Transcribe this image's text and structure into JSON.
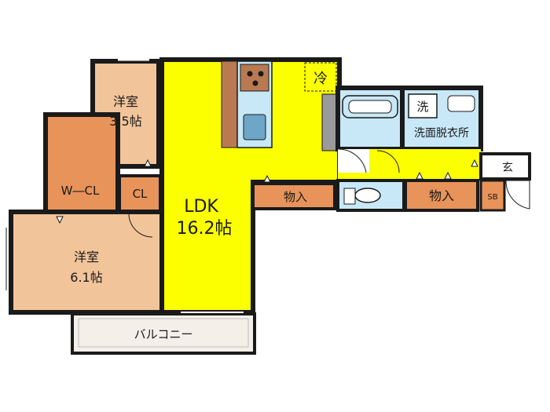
{
  "rooms": {
    "western_small": {
      "name": "洋室",
      "size": "3.5帖"
    },
    "western_large": {
      "name": "洋室",
      "size": "6.1帖"
    },
    "ldk": {
      "name": "LDK",
      "size": "16.2帖"
    },
    "wcl": "W―CL",
    "cl": "CL",
    "storage_1": "物入",
    "storage_2": "物入",
    "washroom": "洗面脱衣所",
    "washer": "洗",
    "fridge": "冷",
    "entrance": "玄",
    "shoebox": "SB",
    "balcony": "バルコニー"
  },
  "colors": {
    "wall": "#1a1a1a",
    "room": "#f2c49a",
    "closet": "#e8935a",
    "ldk": "#fbff00",
    "wet": "#c8e8f8",
    "balcony": "#f5efe9",
    "counter": "#b97a52",
    "sink": "#6ea6c8"
  }
}
